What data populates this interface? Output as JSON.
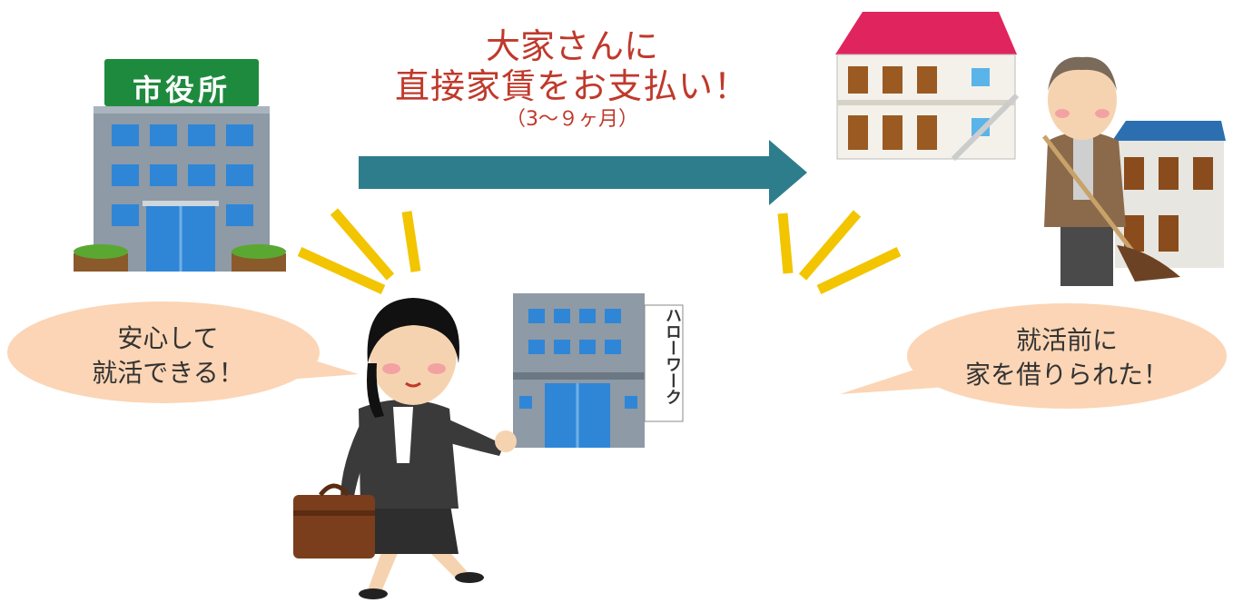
{
  "labels": {
    "city_hall_sign": "市役所",
    "hello_work_sign": "ハローワーク"
  },
  "arrow": {
    "line1": "大家さんに",
    "line2": "直接家賃をお支払い！",
    "line3": "（3～９ヶ月）"
  },
  "bubble_left": {
    "line1": "安心して",
    "line2": "就活できる！"
  },
  "bubble_right": {
    "line1": "就活前に",
    "line2": "家を借りられた！"
  },
  "colors": {
    "arrow": "#2e7d8c",
    "text_red": "#c0392b",
    "bubble": "#fbd5b5",
    "rays": "#f2c500",
    "roof": "#e0245e"
  }
}
